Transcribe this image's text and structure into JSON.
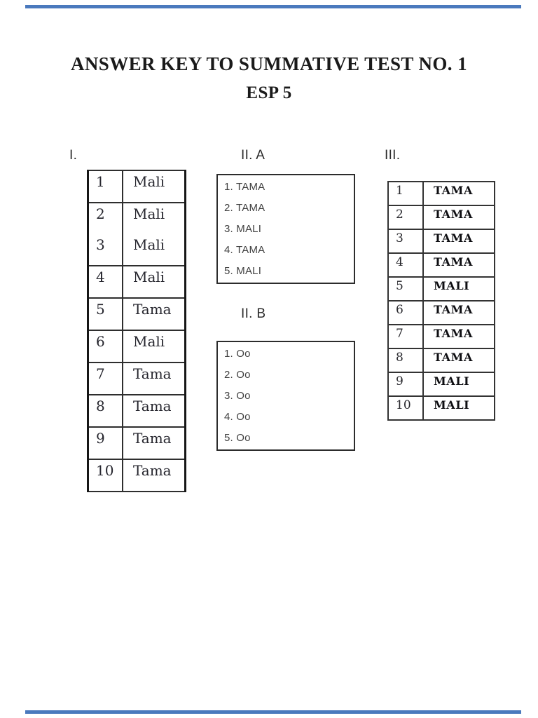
{
  "page_edges": {
    "color": "#4a79bd"
  },
  "header": {
    "title": "ANSWER KEY TO SUMMATIVE TEST NO. 1",
    "subtitle": "ESP 5"
  },
  "sections": {
    "one": {
      "label": "I.",
      "rows": [
        [
          "1",
          "Mali"
        ],
        [
          "2",
          "Mali"
        ],
        [
          "3",
          "Mali"
        ],
        [
          "4",
          "Mali"
        ],
        [
          "5",
          "Tama"
        ],
        [
          "6",
          "Mali"
        ],
        [
          "7",
          "Tama"
        ],
        [
          "8",
          "Tama"
        ],
        [
          "9",
          "Tama"
        ],
        [
          "10",
          "Tama"
        ]
      ]
    },
    "two_a": {
      "label": "II. A",
      "items": [
        "1. TAMA",
        "2. TAMA",
        "3. MALI",
        "4. TAMA",
        "5. MALI"
      ]
    },
    "two_b": {
      "label": "II. B",
      "items": [
        "1. Oo",
        "2. Oo",
        "3. Oo",
        "4. Oo",
        "5. Oo"
      ]
    },
    "three": {
      "label": "III.",
      "rows": [
        [
          "1",
          "TAMA"
        ],
        [
          "2",
          "TAMA"
        ],
        [
          "3",
          "TAMA"
        ],
        [
          "4",
          "TAMA"
        ],
        [
          "5",
          "MALI"
        ],
        [
          "6",
          "TAMA"
        ],
        [
          "7",
          "TAMA"
        ],
        [
          "8",
          "TAMA"
        ],
        [
          "9",
          "MALI"
        ],
        [
          "10",
          "MALI"
        ]
      ]
    }
  }
}
